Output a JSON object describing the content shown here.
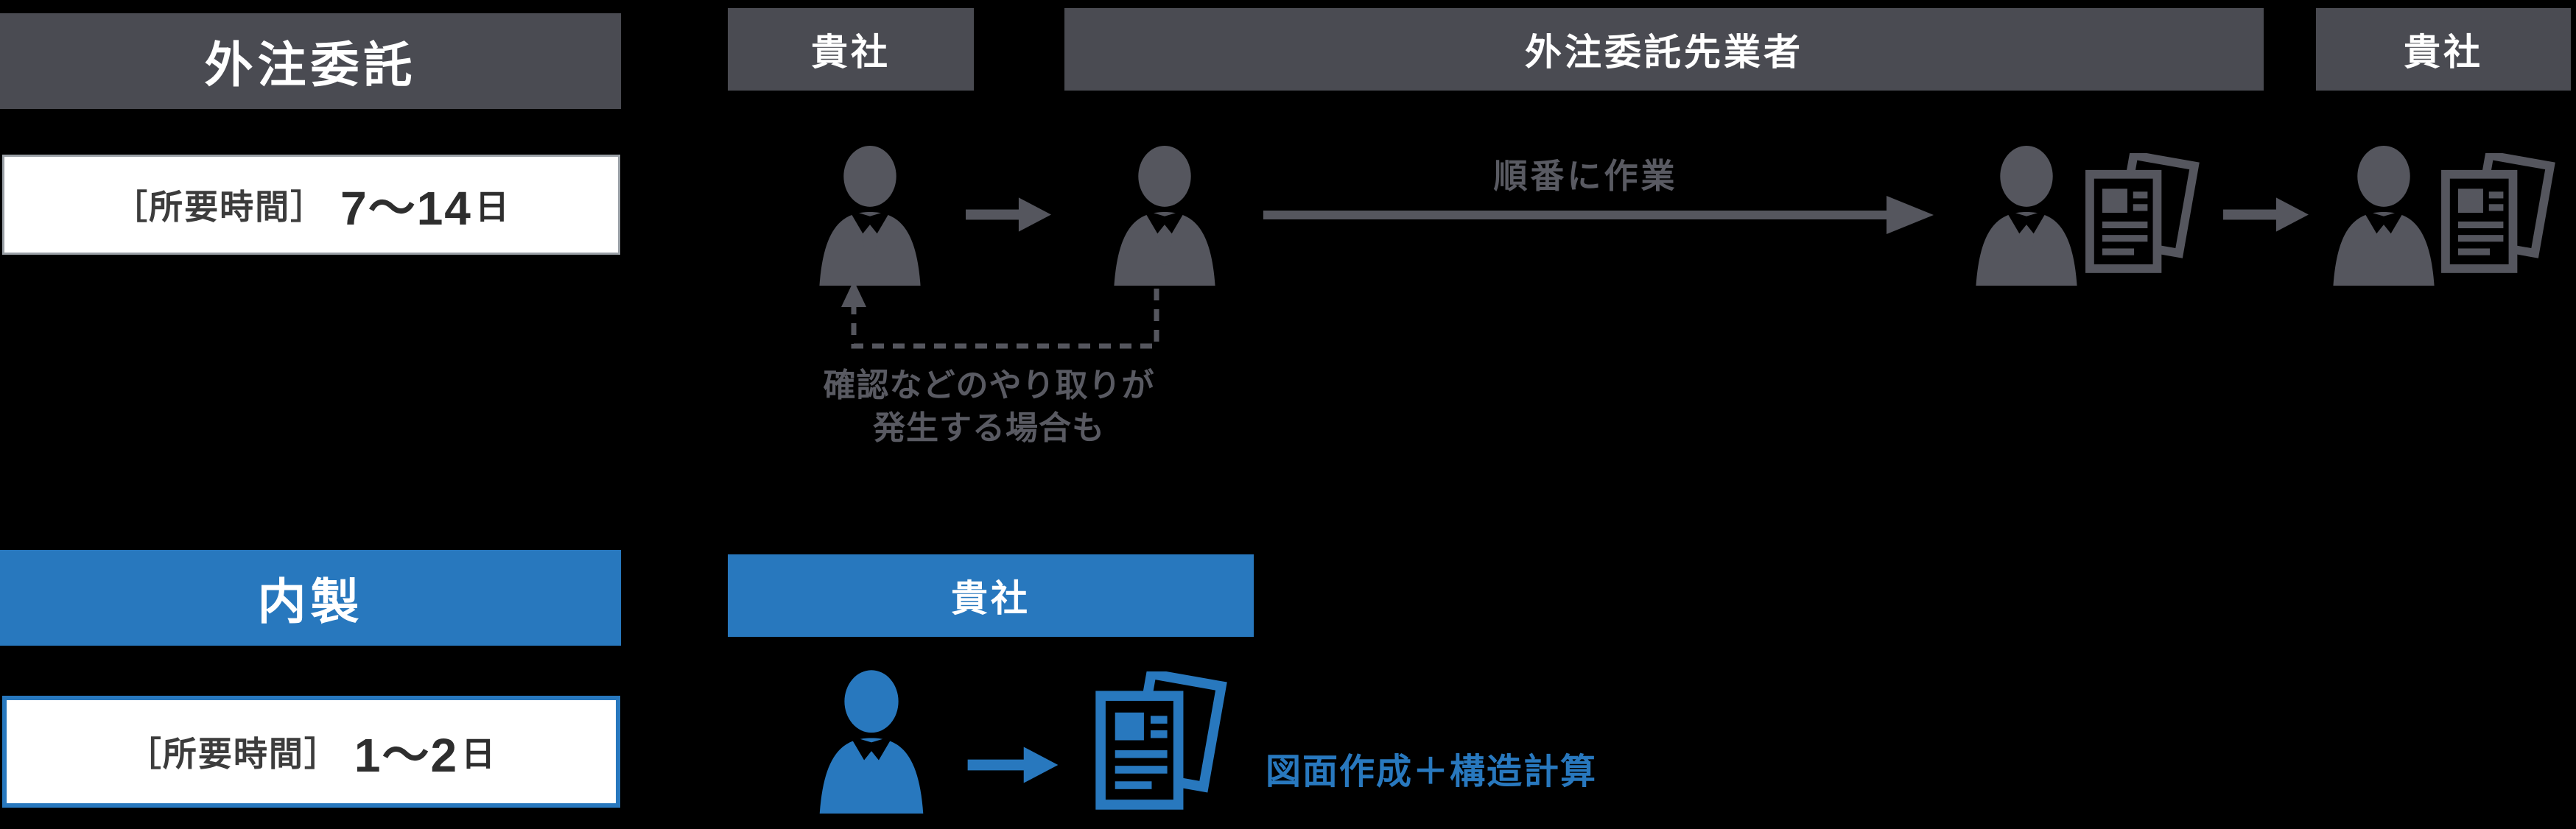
{
  "colors": {
    "bg": "#000000",
    "gray_box": "#4a4b52",
    "gray_icon": "#55565e",
    "gray_text": "#595a62",
    "blue": "#2878be",
    "time_text": "#3c3c3c",
    "time_border_gray": "#9aa0a6"
  },
  "outsourcing": {
    "title": "外注委託",
    "time": {
      "label": "［所要時間］",
      "num": "7〜14",
      "unit": "日"
    },
    "label_company_left": "貴社",
    "label_contractor": "外注委託先業者",
    "label_company_right": "貴社",
    "arrow_label": "順番に作業",
    "note_line1": "確認などのやり取りが",
    "note_line2": "発生する場合も"
  },
  "inhouse": {
    "title": "内製",
    "time": {
      "label": "［所要時間］",
      "num": "1〜2",
      "unit": "日"
    },
    "label_company": "貴社",
    "caption": "図面作成＋構造計算"
  }
}
